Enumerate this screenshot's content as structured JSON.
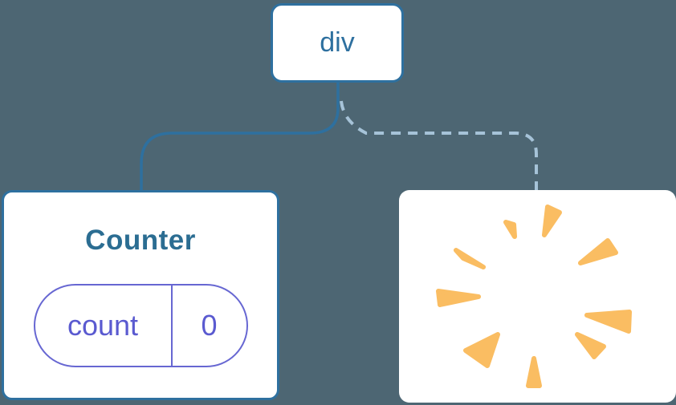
{
  "tree": {
    "root": {
      "label": "div"
    },
    "children": [
      {
        "type": "component-card",
        "title": "Counter",
        "state": {
          "key": "count",
          "value": "0"
        }
      },
      {
        "type": "removed-card",
        "icon": "poof-icon"
      }
    ],
    "edges": [
      {
        "from": "div",
        "to": "Counter",
        "style": "solid"
      },
      {
        "from": "div",
        "to": "removed",
        "style": "dashed"
      }
    ]
  },
  "colors": {
    "bg": "#4D6673",
    "card_bg": "#FFFFFF",
    "blue": "#2E709F",
    "title": "#2B6D92",
    "purple": "#6767D2",
    "purple_text": "#5A5AD0",
    "dashed": "#A6C3D8",
    "poof": "#FABD62"
  }
}
